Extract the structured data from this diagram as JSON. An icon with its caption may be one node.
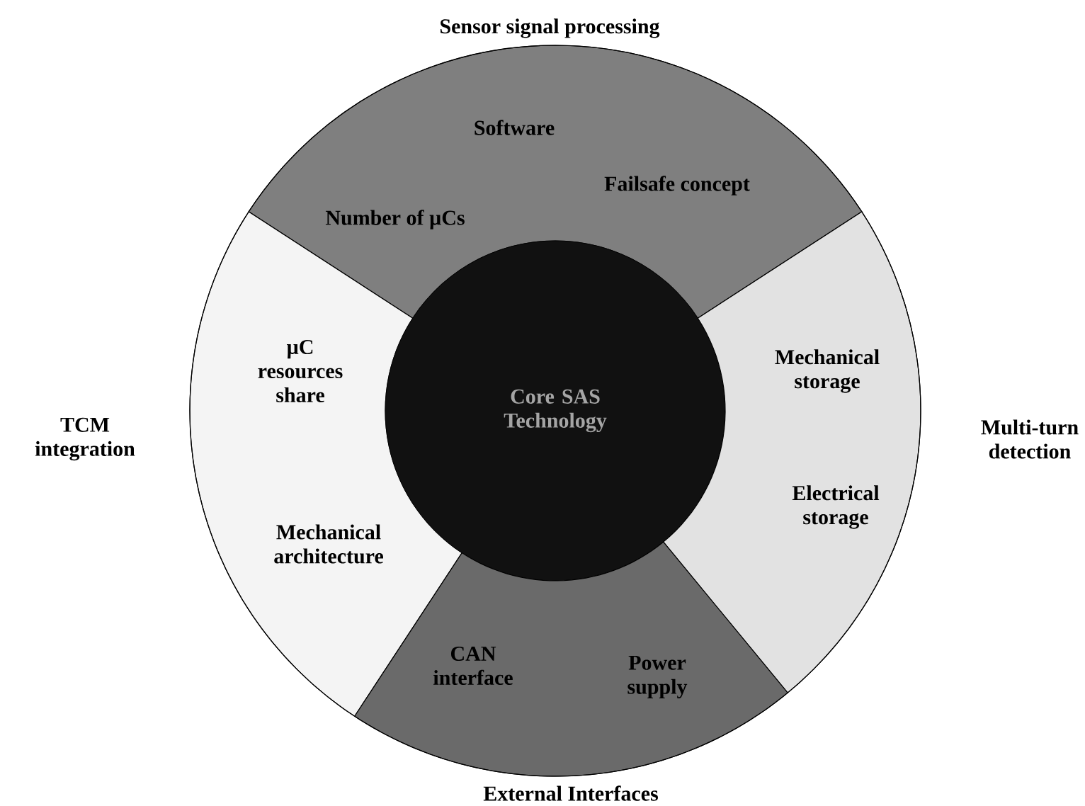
{
  "diagram": {
    "nodes": [
      {
        "text": [
          "Sensor signal processing",
          "Software",
          "Failsafe concept",
          "Number of µCs"
        ]
      },
      {
        "text": [
          "TCM integration",
          "µC resources share",
          "Mechanical architecture"
        ]
      },
      {
        "text": [
          "Core SAS Technology"
        ]
      },
      {
        "text": [
          "Multi-turn detection",
          "Mechanical storage",
          "Electrical storage"
        ]
      },
      {
        "text": [
          "CAN interface",
          "Power supply",
          "External Interfaces"
        ]
      }
    ]
  }
}
